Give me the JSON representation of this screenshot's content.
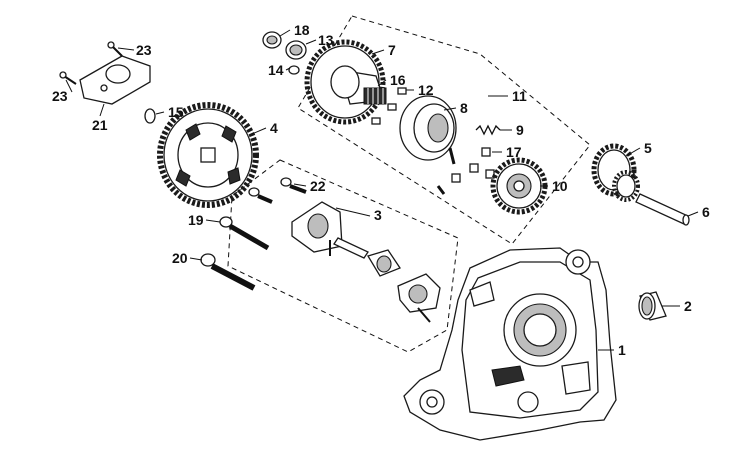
{
  "diagram": {
    "callouts": [
      {
        "id": "c1",
        "text": "1"
      },
      {
        "id": "c2",
        "text": "2"
      },
      {
        "id": "c3",
        "text": "3"
      },
      {
        "id": "c4",
        "text": "4"
      },
      {
        "id": "c5",
        "text": "5"
      },
      {
        "id": "c6",
        "text": "6"
      },
      {
        "id": "c7",
        "text": "7"
      },
      {
        "id": "c8",
        "text": "8"
      },
      {
        "id": "c9",
        "text": "9"
      },
      {
        "id": "c10",
        "text": "10"
      },
      {
        "id": "c11",
        "text": "11"
      },
      {
        "id": "c12",
        "text": "12"
      },
      {
        "id": "c13",
        "text": "13"
      },
      {
        "id": "c14",
        "text": "14"
      },
      {
        "id": "c15",
        "text": "15"
      },
      {
        "id": "c16",
        "text": "16"
      },
      {
        "id": "c17",
        "text": "17"
      },
      {
        "id": "c18",
        "text": "18"
      },
      {
        "id": "c19",
        "text": "19"
      },
      {
        "id": "c20",
        "text": "20"
      },
      {
        "id": "c21",
        "text": "21"
      },
      {
        "id": "c22",
        "text": "22"
      },
      {
        "id": "c23a",
        "text": "23"
      },
      {
        "id": "c23b",
        "text": "23"
      }
    ]
  }
}
